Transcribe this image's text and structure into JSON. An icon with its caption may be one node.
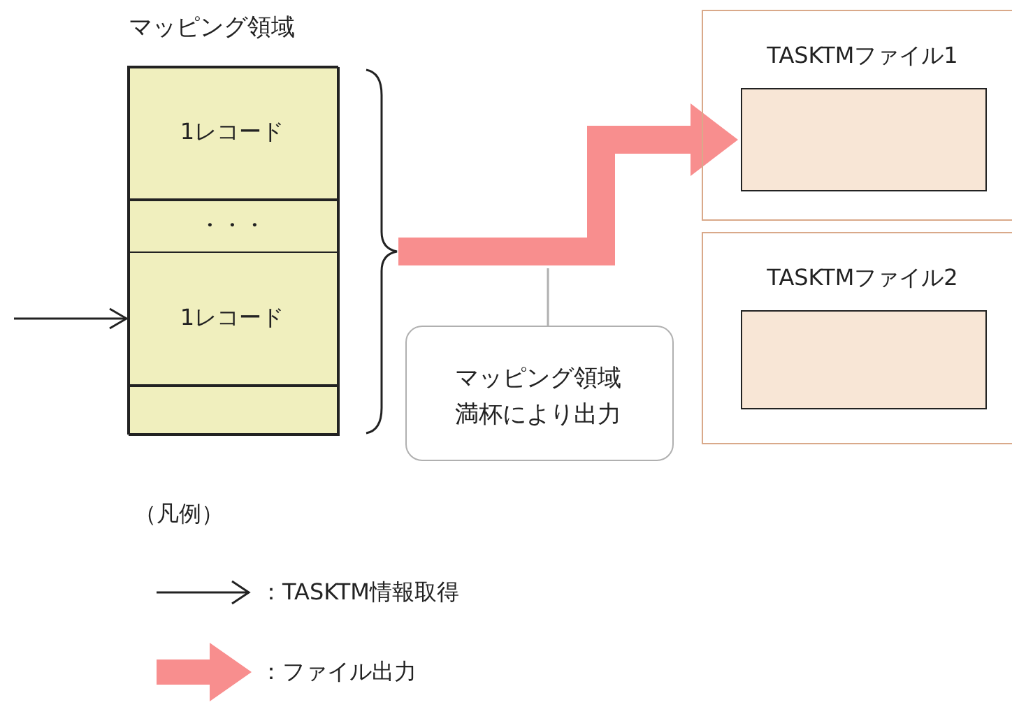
{
  "diagram": {
    "nodes": [
      {
        "text": [
          "マッピング領域"
        ]
      },
      {
        "text": [
          "1レコード"
        ],
        "in": 0
      },
      {
        "text": [
          "・・・"
        ],
        "in": 0
      },
      {
        "text": [
          "1レコード"
        ],
        "in": 0
      },
      {
        "text": [],
        "shape": "box",
        "in": 0
      },
      {
        "text": [
          "TASKTMファイル1"
        ]
      },
      {
        "text": [],
        "shape": "box",
        "in": 5
      },
      {
        "text": [
          "TASKTMファイル2"
        ]
      },
      {
        "text": [],
        "shape": "box",
        "in": 7
      },
      {
        "text": [
          "マッピング領域満杯により出力"
        ]
      }
    ],
    "edges": [
      {
        "from": null,
        "to": 3,
        "arrow": "to"
      },
      {
        "from": 0,
        "to": 6,
        "arrow": "to",
        "style": "thick",
        "color": "#f88e8e"
      },
      {
        "from": 9,
        "to": null,
        "arrow": "none",
        "color": "#b0b0b0"
      }
    ],
    "labels": [
      "（凡例）"
    ],
    "legend": [
      {
        "text": "：TASKTM情報取得"
      },
      {
        "text": "：ファイル出力"
      }
    ]
  }
}
